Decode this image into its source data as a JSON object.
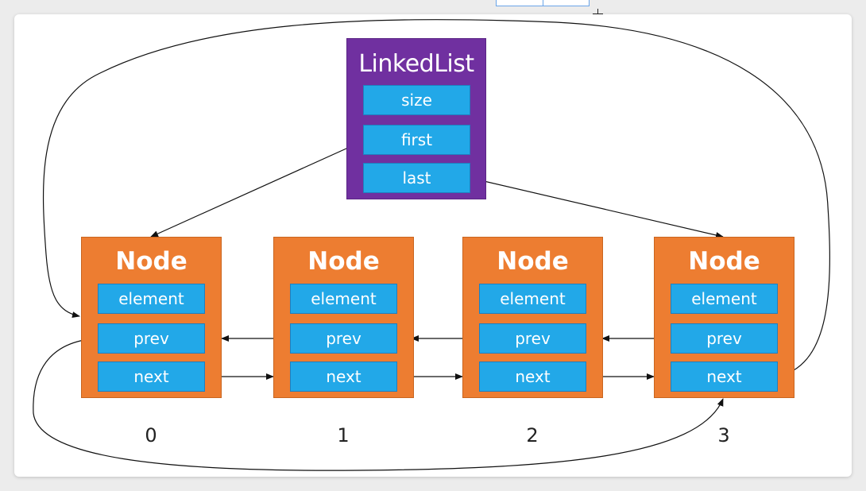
{
  "linked_list": {
    "title": "LinkedList",
    "fields": [
      "size",
      "first",
      "last"
    ]
  },
  "nodes": [
    {
      "title": "Node",
      "index": "0",
      "fields": [
        "element",
        "prev",
        "next"
      ]
    },
    {
      "title": "Node",
      "index": "1",
      "fields": [
        "element",
        "prev",
        "next"
      ]
    },
    {
      "title": "Node",
      "index": "2",
      "fields": [
        "element",
        "prev",
        "next"
      ]
    },
    {
      "title": "Node",
      "index": "3",
      "fields": [
        "element",
        "prev",
        "next"
      ]
    }
  ],
  "colors": {
    "linked_list_fill": "#7030a0",
    "node_fill": "#ed7d31",
    "field_fill": "#22a8e8",
    "text": "#ffffff",
    "arrow": "#111111"
  }
}
